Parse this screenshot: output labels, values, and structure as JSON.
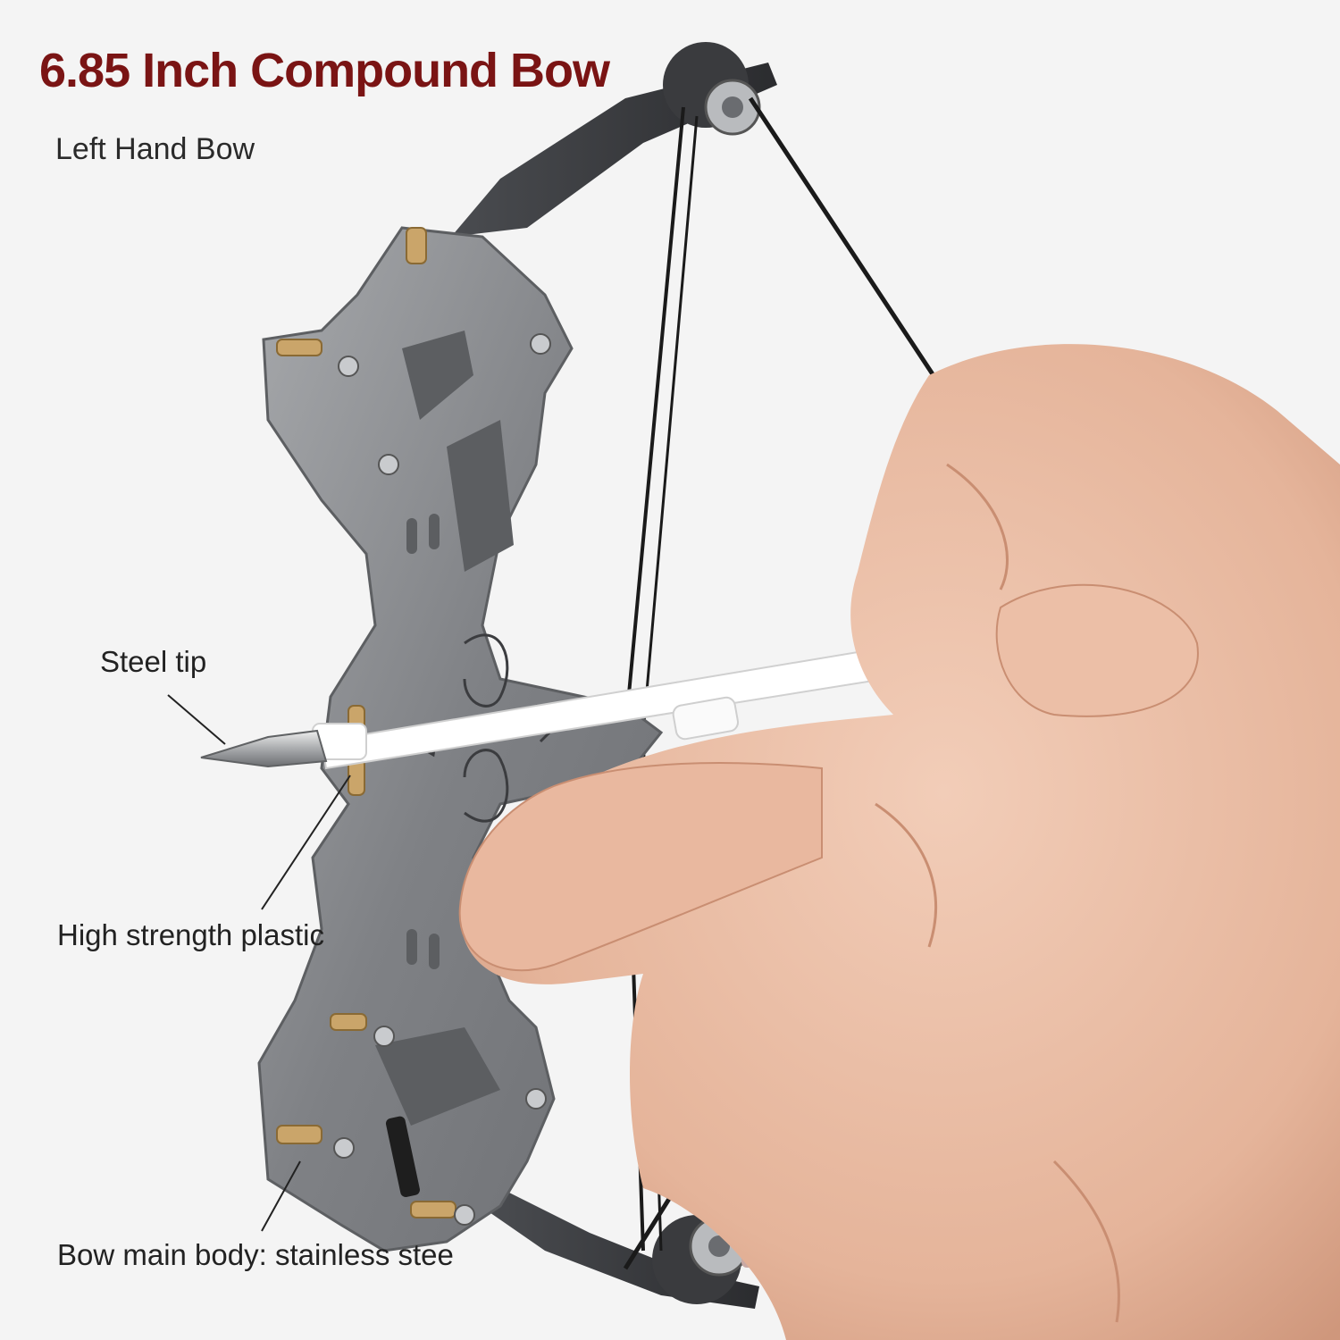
{
  "header": {
    "title": "6.85 Inch Compound Bow",
    "subtitle": "Left Hand Bow"
  },
  "callouts": [
    {
      "label": "Steel tip"
    },
    {
      "label": "High strength plastic"
    },
    {
      "label": "Bow main body: stainless stee"
    }
  ],
  "colors": {
    "title": "#7a1414",
    "background": "#f4f4f4",
    "steel": "#8a8c8f",
    "skin": "#e8b9a0",
    "arrow": "#ffffff",
    "string": "#1a1a1a"
  }
}
